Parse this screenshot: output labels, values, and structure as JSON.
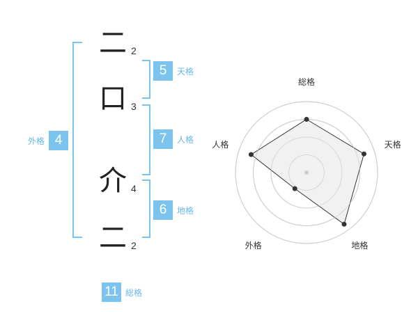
{
  "name_chars": [
    {
      "char": "二",
      "strokes": "2"
    },
    {
      "char": "口",
      "strokes": "3"
    },
    {
      "char": "介",
      "strokes": "4"
    },
    {
      "char": "二",
      "strokes": "2"
    }
  ],
  "fortunes": {
    "tenkaku": {
      "value": "5",
      "label": "天格"
    },
    "jinkaku": {
      "value": "7",
      "label": "人格"
    },
    "chikaku": {
      "value": "6",
      "label": "地格"
    },
    "gaikaku": {
      "value": "4",
      "label": "外格"
    },
    "soukaku": {
      "value": "11",
      "label": "総格"
    }
  },
  "radar": {
    "axes": [
      "総格",
      "天格",
      "地格",
      "外格",
      "人格"
    ],
    "levels": 4,
    "values": [
      0.75,
      0.85,
      0.9,
      0.28,
      0.82
    ],
    "colors": {
      "grid": "#cccccc",
      "fill": "#eeeeee",
      "line": "#333333",
      "point": "#333333",
      "center": "#cccccc"
    }
  },
  "colors": {
    "accent": "#7cc4ee",
    "label": "#66b8e6"
  }
}
